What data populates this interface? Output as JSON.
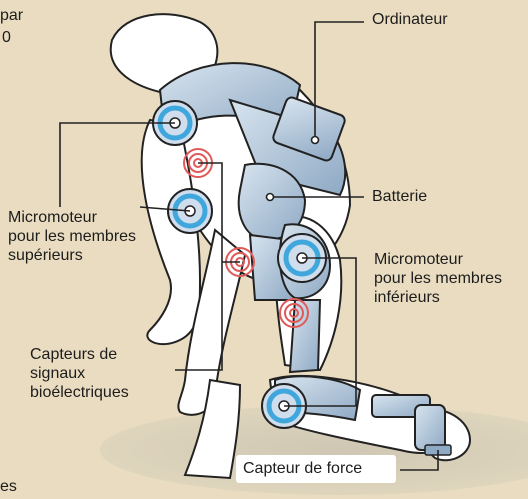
{
  "fragments": {
    "top_left_line1": "par",
    "top_left_line2": "0",
    "bottom_left": "es"
  },
  "labels": {
    "ordinateur": "Ordinateur",
    "batterie": "Batterie",
    "micromoteur_superieurs": [
      "Micromoteur",
      "pour les membres",
      "supérieurs"
    ],
    "micromoteur_inferieurs": [
      "Micromoteur",
      "pour les membres",
      "inférieurs"
    ],
    "capteurs_signaux": [
      "Capteurs de",
      "signaux",
      "bioélectriques"
    ],
    "capteur_force": "Capteur de force"
  },
  "colors": {
    "background": "#e9dcc0",
    "suit": "#b5c8dc",
    "motor": "#3fa7dc",
    "sensor": "#e05a5a",
    "outline": "#222222"
  },
  "icons": [
    "motor-icon",
    "bioelectric-sensor-icon",
    "force-sensor-icon"
  ]
}
